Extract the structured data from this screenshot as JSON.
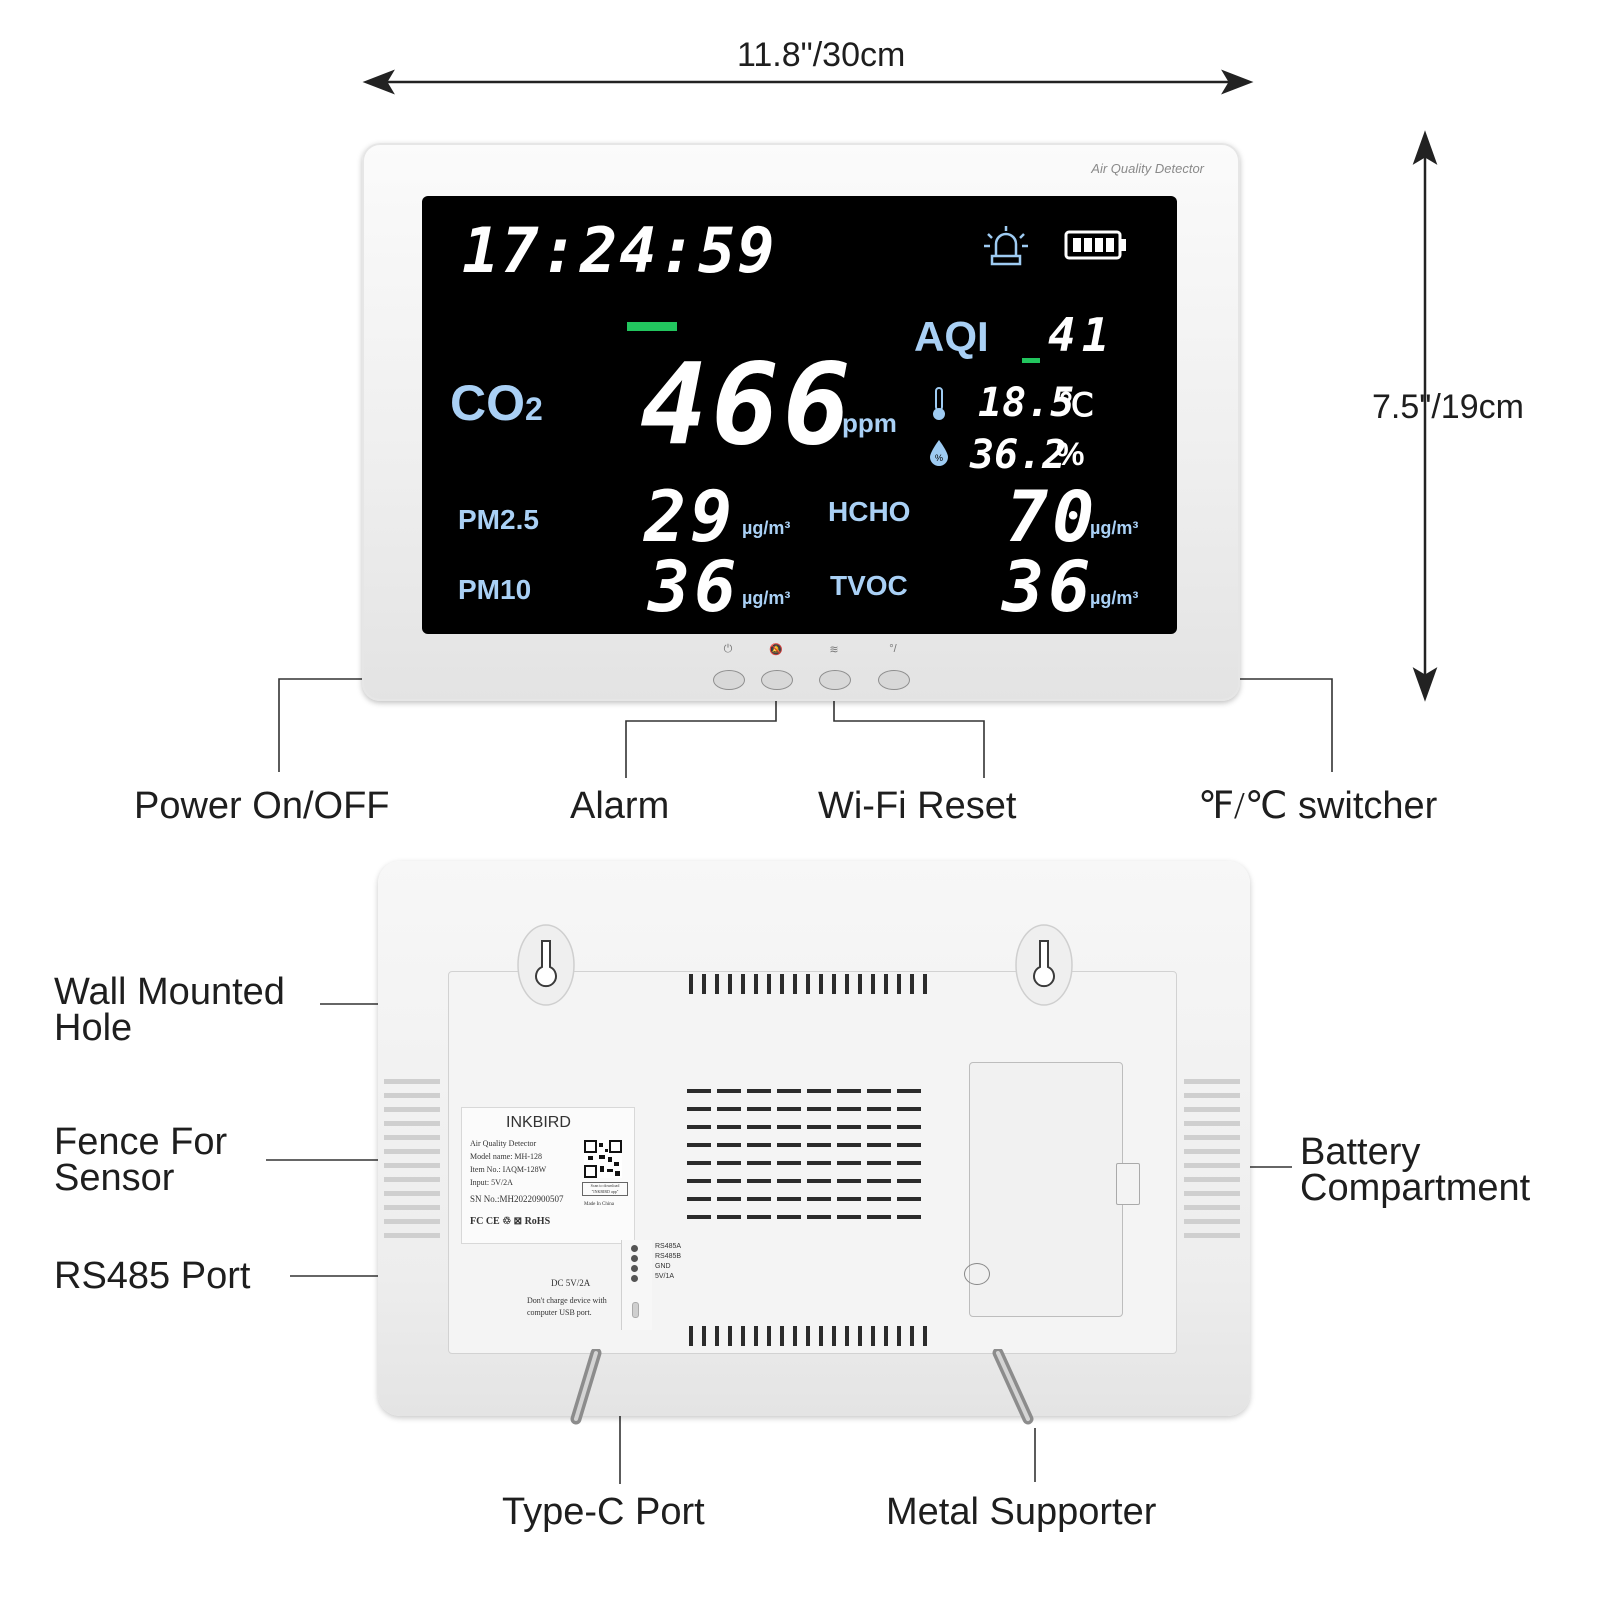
{
  "dimensions": {
    "width_label": "11.8\"/30cm",
    "height_label": "7.5\"/19cm"
  },
  "front": {
    "brand": "Air Quality Detector",
    "time": "17:24:59",
    "co2": {
      "label": "CO",
      "sub": "2",
      "value": "466",
      "unit": "ppm"
    },
    "aqi": {
      "label": "AQI",
      "value": "41"
    },
    "temperature": {
      "value": "18.5",
      "unit": "℃"
    },
    "humidity": {
      "value": "36.2",
      "unit": "%"
    },
    "pm25": {
      "label": "PM2.5",
      "value": "29",
      "unit": "µg/m³"
    },
    "pm10": {
      "label": "PM10",
      "value": "36",
      "unit": "µg/m³"
    },
    "hcho": {
      "label": "HCHO",
      "value": "70",
      "unit": "µg/m³"
    },
    "tvoc": {
      "label": "TVOC",
      "value": "36",
      "unit": "µg/m³"
    },
    "icons": [
      "alarm-icon",
      "battery-icon",
      "thermometer-icon",
      "droplet-icon"
    ],
    "accent_color": "#22c55e",
    "label_color": "#a9d0f5"
  },
  "callouts_front": {
    "power": "Power On/OFF",
    "alarm": "Alarm",
    "wifi": "Wi-Fi Reset",
    "switcher_symbol": "℉/℃",
    "switcher_text": "switcher"
  },
  "back": {
    "brand": "INKBIRD",
    "sticker_lines": [
      "Air Quality Detector",
      "Model name: MH-128",
      "Item No.: IAQM-128W",
      "Input: 5V/2A"
    ],
    "sn": "SN No.:MH20220900507",
    "qr_caption": "Scan to download \"INKBIRD app\"",
    "made_in": "Made In China",
    "cert_marks": "FC CE ♲ ⊠ RoHS",
    "port_labels": [
      "RS485A",
      "RS485B",
      "GND",
      "5V/1A"
    ],
    "dc_label": "DC 5V/2A",
    "dc_warning_1": "Don't charge device with",
    "dc_warning_2": "computer USB port."
  },
  "callouts_back": {
    "wall_hole_1": "Wall Mounted",
    "wall_hole_2": "Hole",
    "fence_1": "Fence For",
    "fence_2": "Sensor",
    "rs485": "RS485 Port",
    "battery_1": "Battery",
    "battery_2": "Compartment",
    "typec": "Type-C Port",
    "metal": "Metal Supporter"
  }
}
